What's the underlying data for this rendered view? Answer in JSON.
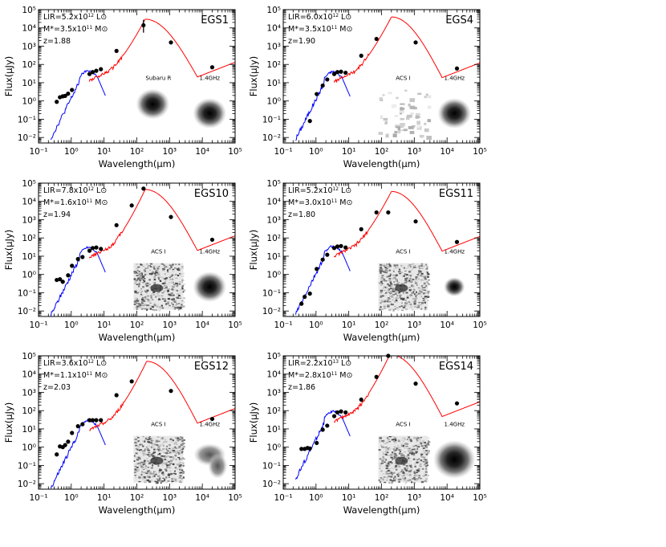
{
  "figure": {
    "xlabel": "Wavelength(μm)",
    "ylabel": "Flux(μJy)",
    "xticks": [
      "10⁻¹",
      "10⁰",
      "10¹",
      "10²",
      "10³",
      "10⁴",
      "10⁵"
    ],
    "yticks": [
      "10⁻²",
      "10⁻¹",
      "10⁰",
      "10¹",
      "10²",
      "10³",
      "10⁴",
      "10⁵"
    ],
    "xlim_log10": [
      -1,
      5
    ],
    "ylim_log10": [
      -2.3,
      5
    ],
    "xscale": "log",
    "yscale": "log",
    "stellar_color": "#0000ff",
    "dust_color": "#ff0000",
    "point_color": "#000000"
  },
  "chart_data": [
    {
      "type": "scatter",
      "title": "EGS1",
      "info": [
        "L_IR=5.2x10^12 L_sun",
        "M*=3.5x10^11 M_sun",
        "z=1.88"
      ],
      "info_display": {
        "lir_mant": "5.2",
        "lir_exp": "12",
        "mstar_mant": "3.5",
        "mstar_exp": "11",
        "z": "1.88"
      },
      "cutout_labels": [
        "Subaru R",
        "1.4GHz"
      ],
      "cutouts": [
        "blob",
        "blob"
      ],
      "points": [
        [
          0.36,
          0.9
        ],
        [
          0.45,
          1.6
        ],
        [
          0.55,
          1.8
        ],
        [
          0.65,
          1.9
        ],
        [
          0.8,
          2.5
        ],
        [
          1.05,
          4.0
        ],
        [
          3.6,
          30
        ],
        [
          4.5,
          38
        ],
        [
          5.8,
          45
        ],
        [
          8.0,
          55
        ],
        [
          24,
          550
        ],
        [
          160,
          14000
        ],
        [
          1100,
          1600
        ],
        [
          20000,
          70
        ]
      ],
      "errorbars": [
        [
          160,
          5500,
          28000
        ]
      ],
      "stellar_peak_mjy": 45,
      "dust_peak_um": 180,
      "dust_peak_mjy": 30000,
      "radio_tail_mjy": 130
    },
    {
      "type": "scatter",
      "title": "EGS4",
      "info": [
        "L_IR=6.0x10^12 L_sun",
        "M*=3.5x10^11 M_sun",
        "z=1.90"
      ],
      "info_display": {
        "lir_mant": "6.0",
        "lir_exp": "12",
        "mstar_mant": "3.5",
        "mstar_exp": "11",
        "z": "1.90"
      },
      "cutout_labels": [
        "ACS I",
        "1.4GHz"
      ],
      "cutouts": [
        "faint",
        "blob"
      ],
      "points": [
        [
          0.65,
          0.08
        ],
        [
          1.05,
          2.4
        ],
        [
          1.6,
          7.0
        ],
        [
          2.2,
          15
        ],
        [
          3.6,
          30
        ],
        [
          4.5,
          38
        ],
        [
          5.8,
          40
        ],
        [
          8.0,
          35
        ],
        [
          24,
          300
        ],
        [
          70,
          2500
        ],
        [
          1100,
          1600
        ],
        [
          20000,
          60
        ]
      ],
      "errorbars": [],
      "stellar_peak_mjy": 40,
      "dust_peak_um": 200,
      "dust_peak_mjy": 40000,
      "radio_tail_mjy": 120
    },
    {
      "type": "scatter",
      "title": "EGS10",
      "info": [
        "L_IR=7.8x10^12 L_sun",
        "M*=1.6x10^11 M_sun",
        "z=1.94"
      ],
      "info_display": {
        "lir_mant": "7.8",
        "lir_exp": "12",
        "mstar_mant": "1.6",
        "mstar_exp": "11",
        "z": "1.94"
      },
      "cutout_labels": [
        "ACS I",
        "1.4GHz"
      ],
      "cutouts": [
        "noise",
        "blob"
      ],
      "points": [
        [
          0.36,
          0.5
        ],
        [
          0.45,
          0.55
        ],
        [
          0.55,
          0.4
        ],
        [
          0.8,
          0.9
        ],
        [
          1.05,
          3.0
        ],
        [
          1.6,
          7
        ],
        [
          2.2,
          9
        ],
        [
          3.6,
          20
        ],
        [
          4.5,
          28
        ],
        [
          5.8,
          30
        ],
        [
          8.0,
          25
        ],
        [
          24,
          500
        ],
        [
          70,
          6000
        ],
        [
          160,
          50000
        ],
        [
          1100,
          1400
        ],
        [
          20000,
          80
        ]
      ],
      "errorbars": [],
      "stellar_peak_mjy": 30,
      "dust_peak_um": 180,
      "dust_peak_mjy": 45000,
      "radio_tail_mjy": 130
    },
    {
      "type": "scatter",
      "title": "EGS11",
      "info": [
        "L_IR=5.2x10^12 L_sun",
        "M*=3.0x10^11 M_sun",
        "z=1.80"
      ],
      "info_display": {
        "lir_mant": "5.2",
        "lir_exp": "12",
        "mstar_mant": "3.0",
        "mstar_exp": "11",
        "z": "1.80"
      },
      "cutout_labels": [
        "ACS I",
        "1.4GHz"
      ],
      "cutouts": [
        "noise",
        "smallblob"
      ],
      "points": [
        [
          0.36,
          0.025
        ],
        [
          0.45,
          0.06
        ],
        [
          0.65,
          0.09
        ],
        [
          1.05,
          2.0
        ],
        [
          1.6,
          6.5
        ],
        [
          2.2,
          12
        ],
        [
          3.6,
          28
        ],
        [
          4.5,
          34
        ],
        [
          5.8,
          36
        ],
        [
          8.0,
          30
        ],
        [
          24,
          300
        ],
        [
          70,
          2500
        ],
        [
          160,
          2500
        ],
        [
          1100,
          800
        ],
        [
          20000,
          60
        ]
      ],
      "errorbars": [],
      "stellar_peak_mjy": 35,
      "dust_peak_um": 200,
      "dust_peak_mjy": 35000,
      "radio_tail_mjy": 120
    },
    {
      "type": "scatter",
      "title": "EGS12",
      "info": [
        "L_IR=3.6x10^12 L_sun",
        "M*=1.1x10^11 M_sun",
        "z=2.03"
      ],
      "info_display": {
        "lir_mant": "3.6",
        "lir_exp": "12",
        "mstar_mant": "1.1",
        "mstar_exp": "11",
        "z": "2.03"
      },
      "cutout_labels": [
        "ACS I",
        "1.4GHz"
      ],
      "cutouts": [
        "noise",
        "elongated"
      ],
      "points": [
        [
          0.36,
          0.4
        ],
        [
          0.45,
          1.1
        ],
        [
          0.55,
          1.0
        ],
        [
          0.65,
          1.3
        ],
        [
          0.8,
          2.0
        ],
        [
          1.05,
          6
        ],
        [
          1.6,
          14
        ],
        [
          2.2,
          18
        ],
        [
          3.6,
          30
        ],
        [
          4.5,
          30
        ],
        [
          5.8,
          30
        ],
        [
          8.0,
          30
        ],
        [
          24,
          700
        ],
        [
          70,
          4000
        ],
        [
          1100,
          1200
        ],
        [
          20000,
          35
        ]
      ],
      "errorbars": [],
      "stellar_peak_mjy": 30,
      "dust_peak_um": 200,
      "dust_peak_mjy": 50000,
      "radio_tail_mjy": 130
    },
    {
      "type": "scatter",
      "title": "EGS14",
      "info": [
        "L_IR=2.2x10^13 L_sun",
        "M*=2.8x10^11 M_sun",
        "z=1.86"
      ],
      "info_display": {
        "lir_mant": "2.2",
        "lir_exp": "13",
        "mstar_mant": "2.8",
        "mstar_exp": "11",
        "z": "1.86"
      },
      "cutout_labels": [
        "ACS I",
        "1.4GHz"
      ],
      "cutouts": [
        "noise",
        "bigblob"
      ],
      "points": [
        [
          0.36,
          0.8
        ],
        [
          0.45,
          0.8
        ],
        [
          0.55,
          0.9
        ],
        [
          0.65,
          0.85
        ],
        [
          1.05,
          1.7
        ],
        [
          1.6,
          9
        ],
        [
          2.2,
          15
        ],
        [
          3.6,
          50
        ],
        [
          4.5,
          80
        ],
        [
          5.8,
          90
        ],
        [
          8.0,
          80
        ],
        [
          24,
          400
        ],
        [
          70,
          7000
        ],
        [
          160,
          100000
        ],
        [
          1100,
          3000
        ],
        [
          20000,
          250
        ]
      ],
      "errorbars": [],
      "stellar_peak_mjy": 90,
      "dust_peak_um": 180,
      "dust_peak_mjy": 120000,
      "radio_tail_mjy": 300
    }
  ]
}
